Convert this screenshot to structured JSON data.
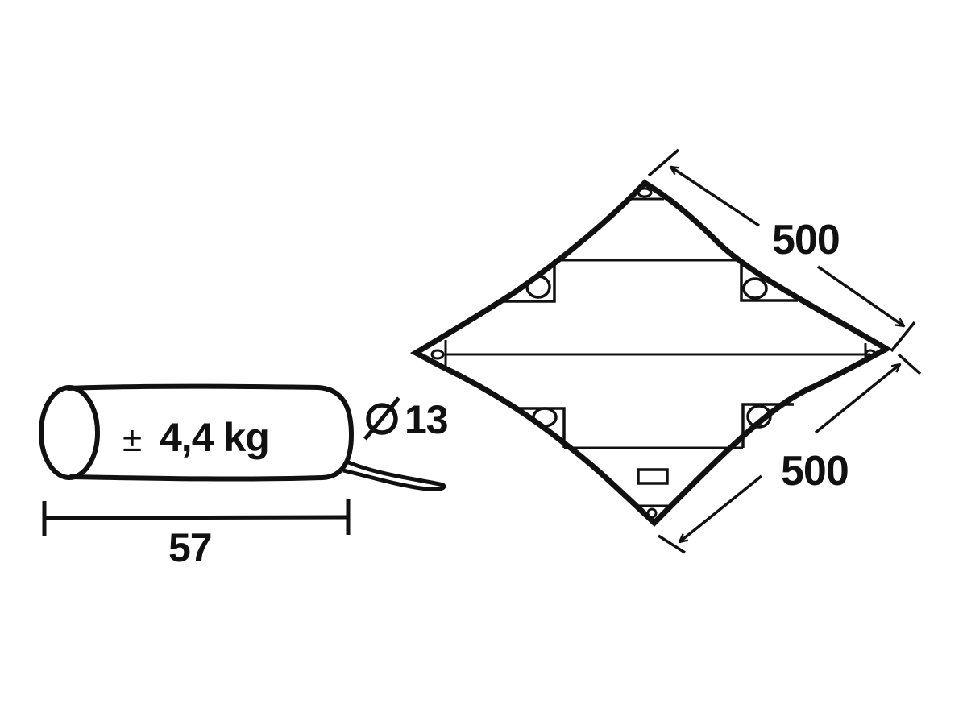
{
  "diagram": {
    "type": "product-dimension-drawing",
    "colors": {
      "line": "#111111",
      "background": "#ffffff"
    },
    "packed_bag": {
      "weight_prefix": "±",
      "weight_value": "4,4 kg",
      "diameter_symbol": "Ø",
      "diameter_value": "13",
      "length_value": "57"
    },
    "sheet": {
      "side_a_value": "500",
      "side_b_value": "500"
    }
  }
}
